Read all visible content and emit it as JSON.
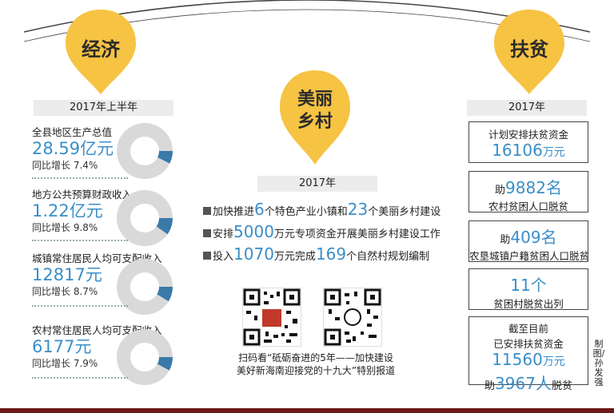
{
  "colors": {
    "pin": "#f6c343",
    "accent": "#3a8ec8",
    "donut_track": "#d9d9d9",
    "donut_fill": "#3a7aa8",
    "footer": "#6d1a1a"
  },
  "economy": {
    "title": "经济",
    "period": "2017年上半年",
    "items": [
      {
        "label": "全县地区生产总值",
        "value": "28.59",
        "unit": "亿元",
        "growth": "同比增长 7.4%",
        "pct": 7.4
      },
      {
        "label": "地方公共预算财政收入",
        "value": "1.22",
        "unit": "亿元",
        "growth": "同比增长 9.8%",
        "pct": 9.8
      },
      {
        "label": "城镇常住居民人均可支配收入",
        "value": "12817",
        "unit": "元",
        "growth": "同比增长 8.7%",
        "pct": 8.7
      },
      {
        "label": "农村常住居民人均可支配收入",
        "value": "6177",
        "unit": "元",
        "growth": "同比增长 7.9%",
        "pct": 7.9
      }
    ]
  },
  "village": {
    "title_line1": "美丽",
    "title_line2": "乡村",
    "period": "2017年",
    "bullets": [
      {
        "a": "加快推进",
        "n1": "6",
        "b": "个特色产业小镇和",
        "n2": "23",
        "c": "个美丽乡村建设"
      },
      {
        "a": "安排",
        "n1": "5000",
        "b": "万元专项资金开展美丽乡村建设工作",
        "n2": "",
        "c": ""
      },
      {
        "a": "投入",
        "n1": "1070",
        "b": "万元完成",
        "n2": "169",
        "c": "个自然村规划编制"
      }
    ],
    "qr_caption_line1": "扫码看“砥砺奋进的5年——加快建设",
    "qr_caption_line2": "美好新海南迎接党的十九大”特别报道"
  },
  "poverty": {
    "title": "扶贫",
    "period": "2017年",
    "box1": {
      "label": "计划安排扶贫资金",
      "value": "16106",
      "unit": "万元"
    },
    "box2": {
      "prefix": "助",
      "value": "9882",
      "unit": "名",
      "label": "农村贫困人口脱贫"
    },
    "box3": {
      "prefix": "助",
      "value": "409",
      "unit": "名",
      "label": "农垦城镇户籍贫困人口脱贫"
    },
    "box4": {
      "value": "11",
      "unit": "个",
      "label": "贫困村脱贫出列"
    },
    "box5": {
      "line1": "截至目前",
      "line2": "已安排扶贫资金",
      "value": "11560",
      "unit": "万元",
      "prefix": "助",
      "value2": "3967",
      "unit2": "人",
      "suffix": "脱贫"
    }
  },
  "credit": "制图/孙发强"
}
